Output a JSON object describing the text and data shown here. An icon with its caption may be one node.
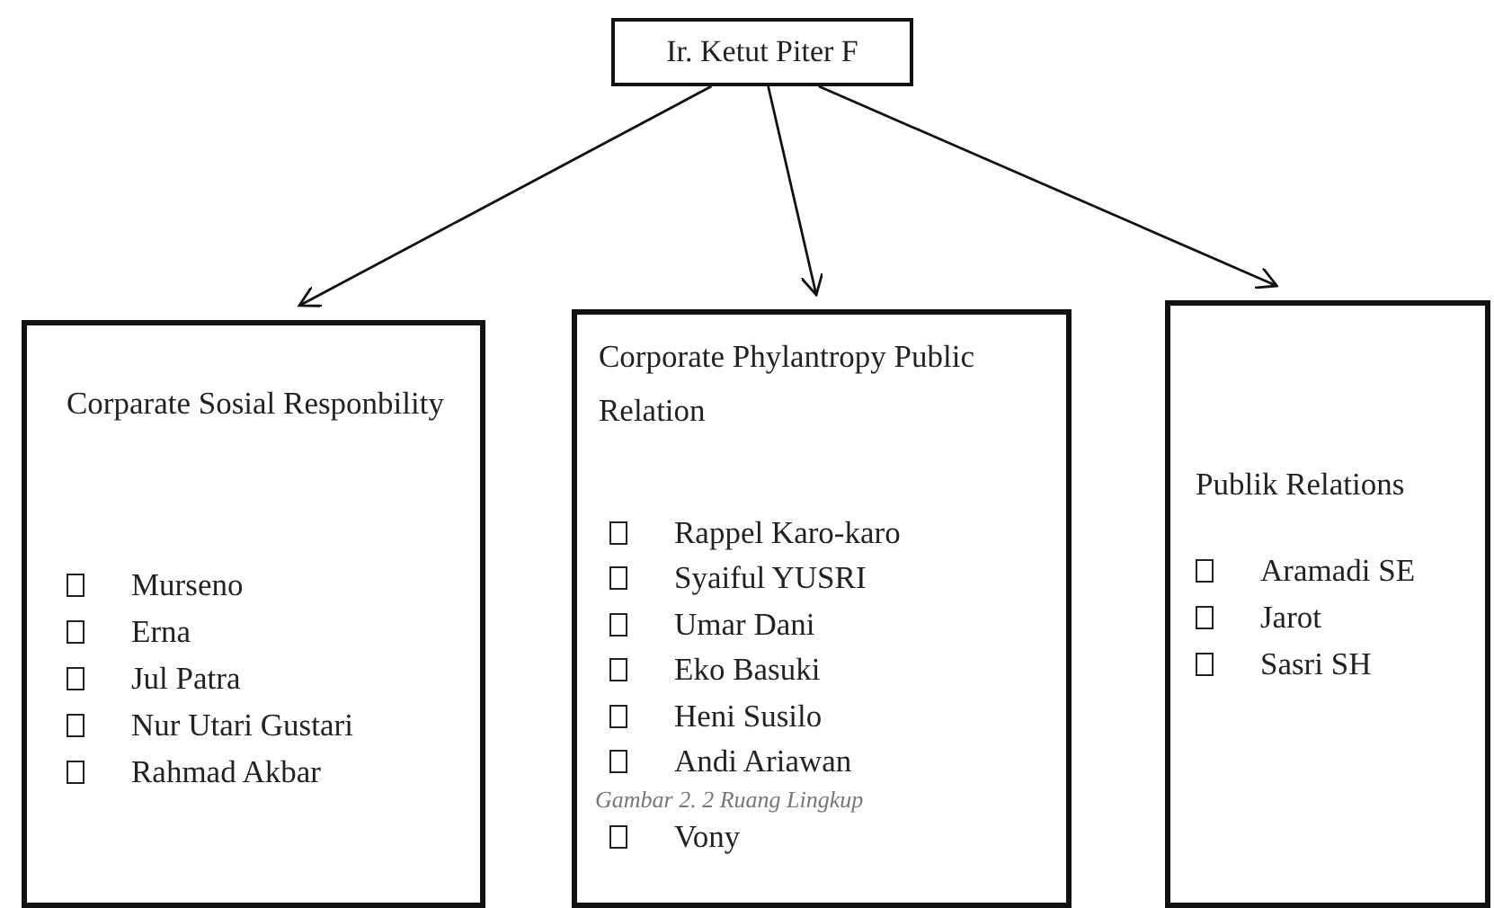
{
  "diagram": {
    "caption": "Gambar 2. 2 Ruang Lingkup",
    "nodes": [
      {
        "text": [
          "Ir. Ketut Piter F"
        ]
      },
      {
        "text": [
          "Corparate Sosial Responbility",
          "Murseno",
          "Erna",
          "Jul Patra",
          "Nur Utari Gustari",
          "Rahmad  Akbar"
        ]
      },
      {
        "text": [
          "Corporate Phylantropy Public Relation",
          "Rappel Karo-karo",
          "Syaiful YUSRI",
          "Umar Dani",
          "Eko Basuki",
          "Heni Susilo",
          "Andi Ariawan",
          "Vony"
        ]
      },
      {
        "text": [
          "Publik Relations",
          "Aramadi SE",
          "Jarot",
          "Sasri SH"
        ]
      }
    ],
    "edges": [
      {
        "from": 0,
        "to": 1,
        "arrow": "to"
      },
      {
        "from": 0,
        "to": 2,
        "arrow": "to"
      },
      {
        "from": 0,
        "to": 3,
        "arrow": "to"
      }
    ]
  }
}
